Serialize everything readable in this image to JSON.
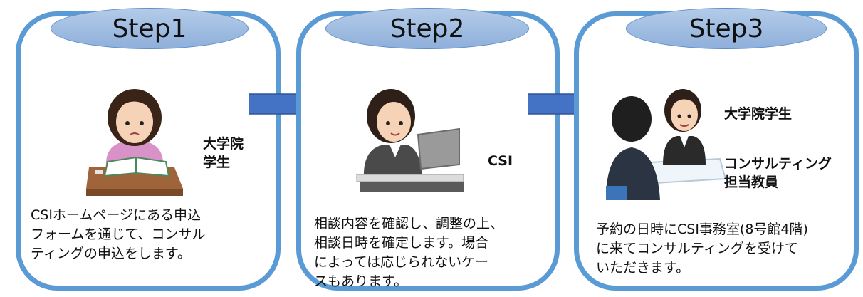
{
  "steps": [
    {
      "title": "Step1",
      "labels": [
        "大学院\n学生"
      ],
      "description": "CSIホームページにある申込\nフォームを通じて、コンサル\nティングの申込をします。"
    },
    {
      "title": "Step2",
      "labels": [
        "CSI"
      ],
      "description": "相談内容を確認し、調整の上、\n相談日時を確定します。場合\nによっては応じられないケー\nスもあります。"
    },
    {
      "title": "Step3",
      "labels": [
        "大学院学生",
        "コンサルティング\n担当教員"
      ],
      "description": "予約の日時にCSI事務室(8号館4階)\nに来てコンサルティングを受けて\nいただきます。"
    }
  ],
  "colors": {
    "border": "#5b9bd5",
    "arrow": "#4472c4",
    "pill": "#a9c3e6"
  }
}
